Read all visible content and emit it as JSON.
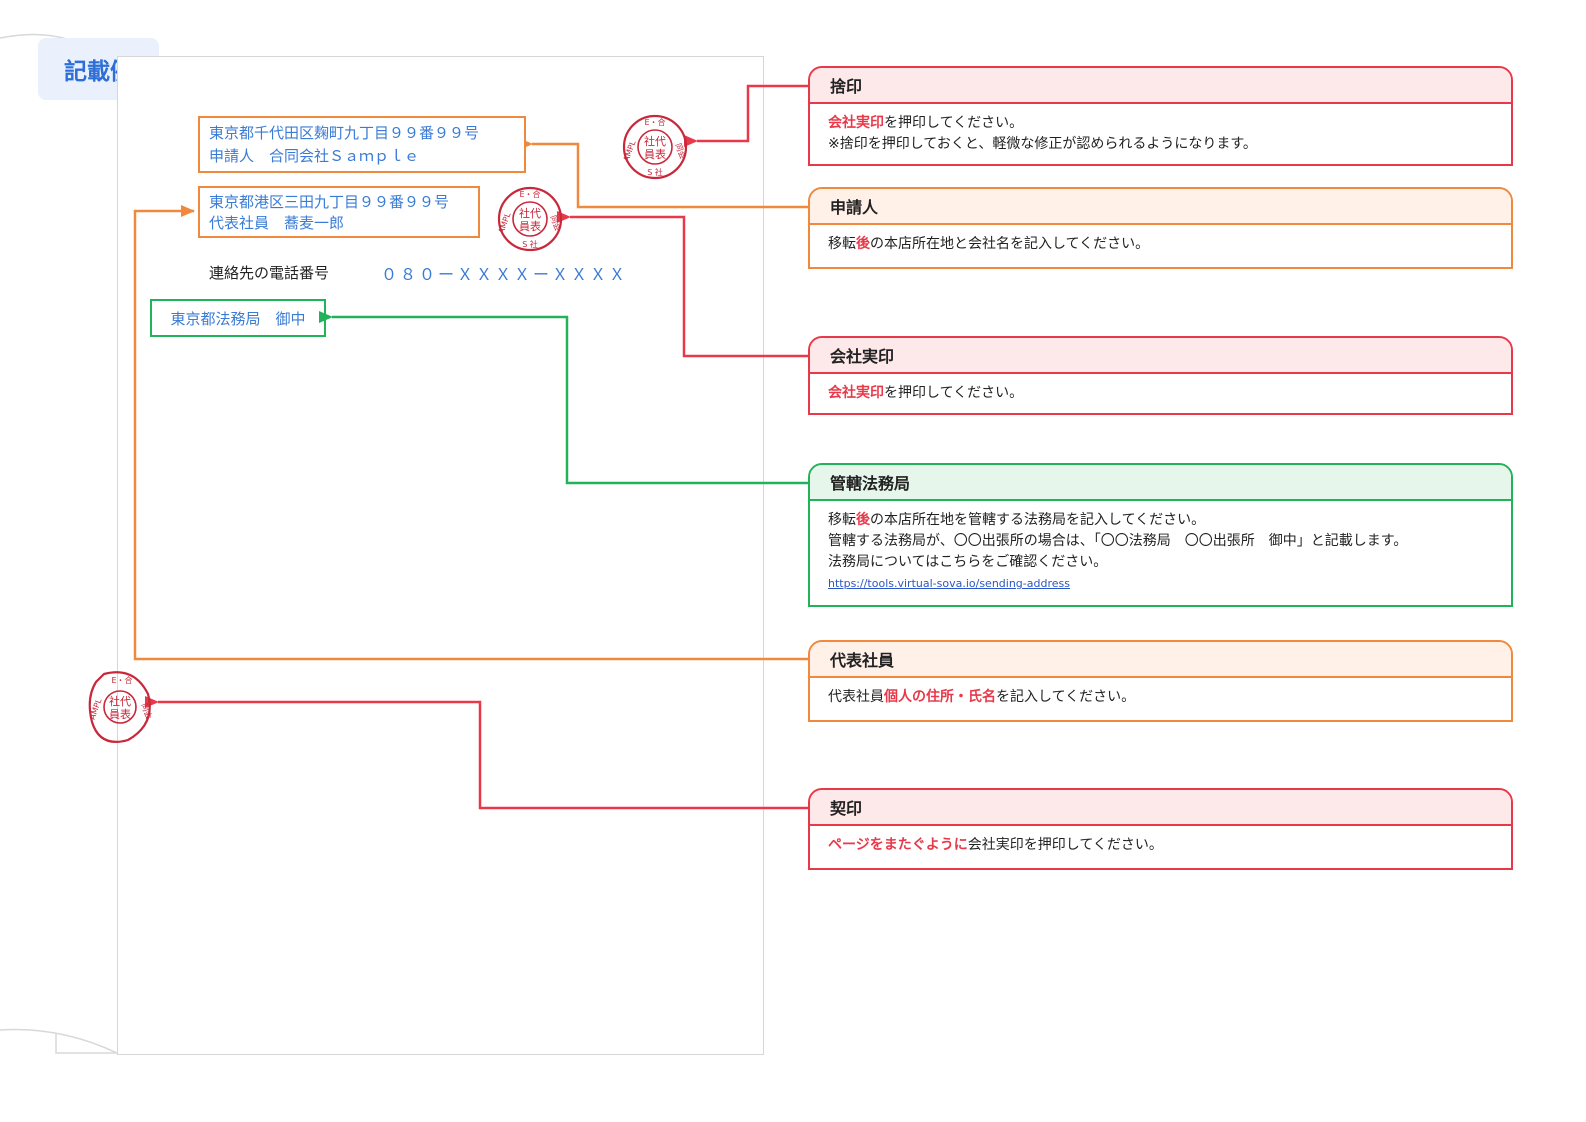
{
  "badge": "記載例",
  "document": {
    "applicant_address": "東京都千代田区麹町九丁目９９番９９号",
    "applicant_name": "申請人　合同会社Ｓａｍｐｌｅ",
    "rep_address": "東京都港区三田九丁目９９番９９号",
    "rep_name": "代表社員　蕎麦一郎",
    "phone_label": "連絡先の電話番号",
    "phone_value": "０８０ーＸＸＸＸーＸＸＸＸ",
    "bureau": "東京都法務局　御中"
  },
  "stamp": {
    "outer_text": "SAMPLE・合同会社",
    "inner_top": "社代",
    "inner_bottom": "員表",
    "color": "#c8283a"
  },
  "callouts": {
    "sute_in": {
      "title": "捨印",
      "hl": "会社実印",
      "text1": "を押印してください。",
      "text2": "※捨印を押印しておくと、軽微な修正が認められるようになります。"
    },
    "applicant": {
      "title": "申請人",
      "pre": "移転",
      "hl": "後",
      "post": "の本店所在地と会社名を記入してください。"
    },
    "company_seal": {
      "title": "会社実印",
      "hl": "会社実印",
      "text": "を押印してください。"
    },
    "bureau": {
      "title": "管轄法務局",
      "pre": "移転",
      "hl": "後",
      "post": "の本店所在地を管轄する法務局を記入してください。",
      "line2": "管轄する法務局が、〇〇出張所の場合は、「〇〇法務局　〇〇出張所　御中」と記載します。",
      "line3": "法務局についてはこちらをご確認ください。",
      "link": "https://tools.virtual-sova.io/sending-address"
    },
    "representative": {
      "title": "代表社員",
      "pre": "代表社員",
      "hl": "個人の住所・氏名",
      "post": "を記入してください。"
    },
    "kei_in": {
      "title": "契印",
      "hl": "ページをまたぐように",
      "text": "会社実印を押印してください。"
    }
  },
  "colors": {
    "red": "#e8394a",
    "orange": "#f0883d",
    "green": "#22b35a",
    "blue_text": "#3a7bd5",
    "badge_text": "#2d6fd6"
  }
}
